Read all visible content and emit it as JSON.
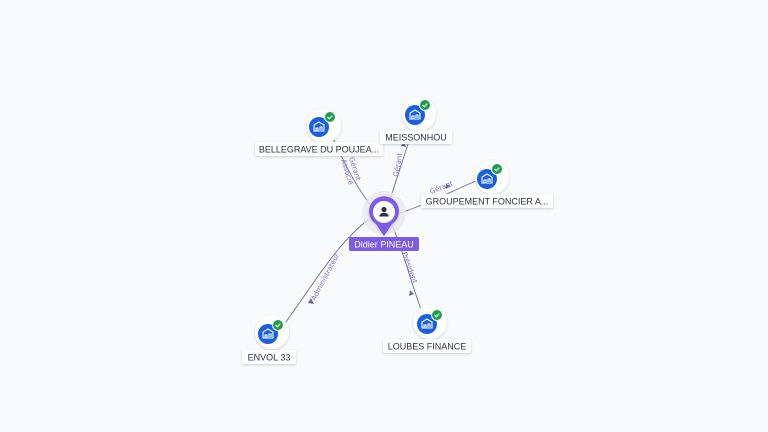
{
  "person": {
    "name": "Didier PINEAU",
    "icon": "person-icon",
    "color": "#7c5ce6"
  },
  "companies": [
    {
      "id": "bellegrave",
      "label": "BELLEGRAVE DU POUJEA...",
      "icon": "building-icon",
      "badge": "verified-check-icon"
    },
    {
      "id": "meissonhou",
      "label": "MEISSONHOU",
      "icon": "building-icon",
      "badge": "verified-check-icon"
    },
    {
      "id": "groupement",
      "label": "GROUPEMENT FONCIER A...",
      "icon": "building-icon",
      "badge": "verified-check-icon"
    },
    {
      "id": "envol",
      "label": "ENVOL 33",
      "icon": "building-icon",
      "badge": "verified-check-icon"
    },
    {
      "id": "loubes",
      "label": "LOUBES FINANCE",
      "icon": "building-icon",
      "badge": "verified-check-icon"
    }
  ],
  "edges": [
    {
      "to": "bellegrave",
      "roles": [
        "Gérant",
        "Associé"
      ]
    },
    {
      "to": "meissonhou",
      "roles": [
        "Gérant"
      ]
    },
    {
      "to": "groupement",
      "roles": [
        "Gérant"
      ]
    },
    {
      "to": "envol",
      "roles": [
        "Administrateur"
      ]
    },
    {
      "to": "loubes",
      "roles": [
        "Président"
      ]
    }
  ],
  "colors": {
    "company_icon": "#1a5fe0",
    "badge": "#1e9e4a",
    "edge_label": "#7b6fd6",
    "person_pin": "#7c5ce6"
  }
}
